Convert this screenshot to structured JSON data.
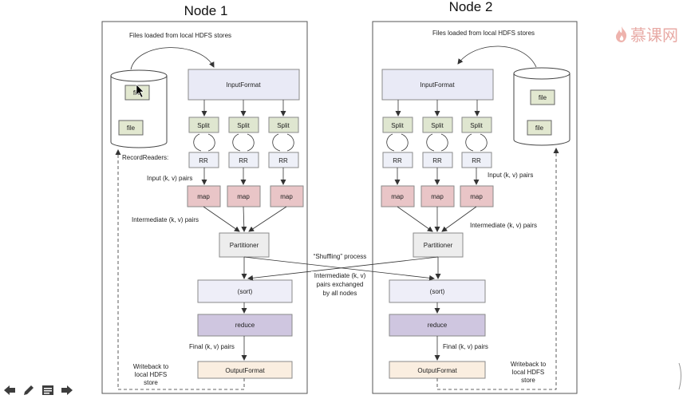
{
  "nodes": [
    {
      "title": "Node 1",
      "files_label": "Files loaded from local HDFS stores",
      "file1": "file",
      "file2": "file",
      "record_readers": "RecordReaders:",
      "inputformat": "InputFormat",
      "split": [
        "Split",
        "Split",
        "Split"
      ],
      "rr": [
        "RR",
        "RR",
        "RR"
      ],
      "map": [
        "map",
        "map",
        "map"
      ],
      "input_pairs": "Input (k, v) pairs",
      "intermediate_pairs": "Intermediate (k, v) pairs",
      "partitioner": "Partitioner",
      "sort": "(sort)",
      "reduce": "reduce",
      "final_pairs": "Final (k, v) pairs",
      "outputformat": "OutputFormat",
      "writeback": [
        "Writeback to",
        "local HDFS",
        "store"
      ]
    },
    {
      "title": "Node 2",
      "files_label": "Files loaded from local HDFS stores",
      "file1": "file",
      "file2": "file",
      "inputformat": "InputFormat",
      "split": [
        "Split",
        "Split",
        "Split"
      ],
      "rr": [
        "RR",
        "RR",
        "RR"
      ],
      "map": [
        "map",
        "map",
        "map"
      ],
      "input_pairs": "Input (k, v) pairs",
      "intermediate_pairs": "Intermediate (k, v) pairs",
      "partitioner": "Partitioner",
      "sort": "(sort)",
      "reduce": "reduce",
      "final_pairs": "Final (k, v) pairs",
      "outputformat": "OutputFormat",
      "writeback": [
        "Writeback to",
        "local HDFS",
        "store"
      ]
    }
  ],
  "shuffle": {
    "title": "“Shuffling” process",
    "desc": [
      "Intermediate (k, v)",
      "pairs exchanged",
      "by all nodes"
    ]
  },
  "watermark": {
    "text": "慕课网",
    "icon": "flame-icon"
  },
  "toolbar": {
    "icons": [
      "arrow-left-icon",
      "pen-icon",
      "menu-icon",
      "arrow-right-icon"
    ]
  },
  "colors": {
    "split": "#dfe6d0",
    "rr": "#eef0f8",
    "map": "#e9c5c7",
    "box_neutral": "#ededed",
    "sort": "#eeeef8",
    "reduce": "#cfc6e0",
    "output": "#faeee0",
    "inputformat": "#e9eaf6",
    "file": "#e2e8d0"
  }
}
